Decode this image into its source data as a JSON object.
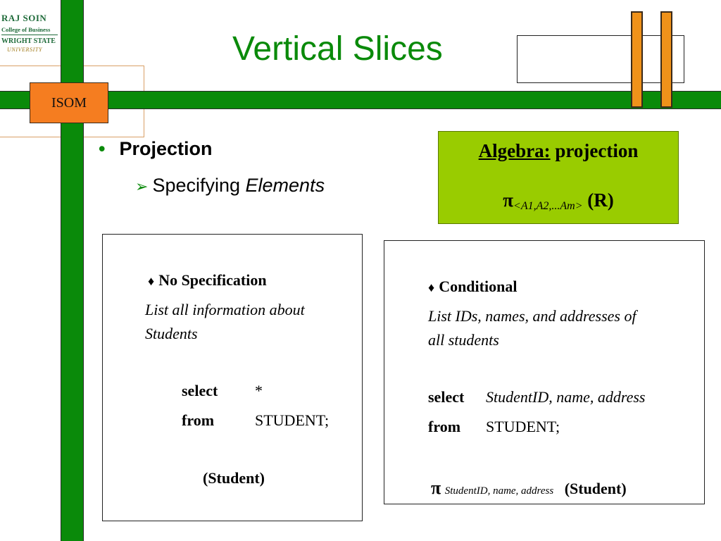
{
  "logo": {
    "line1": "RAJ SOIN",
    "line2": "College of Business",
    "line3": "WRIGHT STATE",
    "line4": "UNIVERSITY"
  },
  "badge": "ISOM",
  "title": "Vertical Slices",
  "bullets": {
    "level1": "Projection",
    "level2_prefix": "Specifying ",
    "level2_italic": "Elements"
  },
  "algebra": {
    "label": "Algebra:",
    "label_suffix": " projection",
    "pi": "π",
    "subscript": "<A1,A2,...Am>",
    "relation": " (R)"
  },
  "left_panel": {
    "heading": "No Specification",
    "desc_line1": "List all information about",
    "desc_line2": "Students",
    "select_kw": "select",
    "select_val": "*",
    "from_kw": "from",
    "from_val": "STUDENT;",
    "algebra": "(Student)"
  },
  "right_panel": {
    "heading": "Conditional",
    "desc_line1": "List IDs, names, and addresses of",
    "desc_line2": "all students",
    "select_kw": "select",
    "select_val": "StudentID, name, address",
    "from_kw": "from",
    "from_val": "STUDENT;",
    "pi": "π",
    "subscript": "StudentID, name, address",
    "relation": "(Student)"
  },
  "colors": {
    "green": "#0a8a0a",
    "orange": "#f57d20",
    "lime": "#99cc00"
  }
}
